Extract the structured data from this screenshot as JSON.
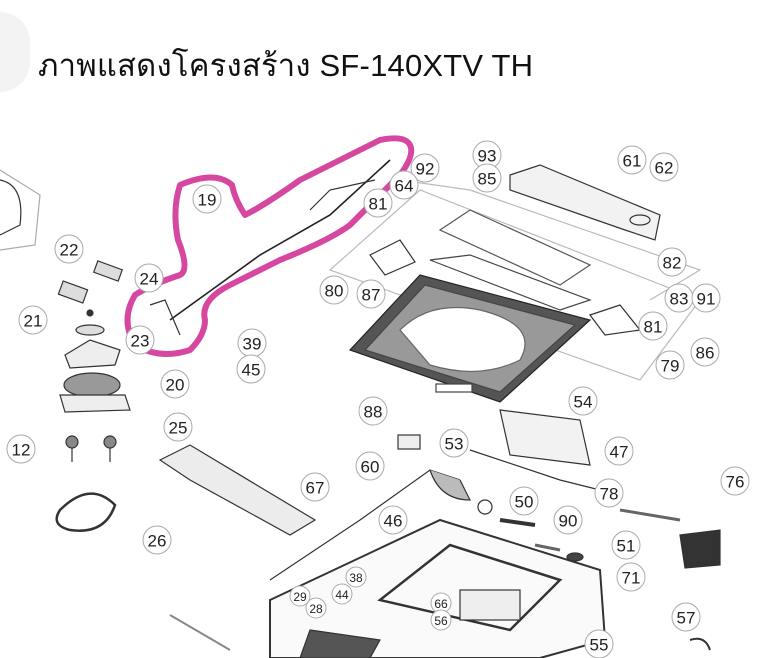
{
  "title": "ภาพแสดงโครงสร้าง SF-140XTV TH",
  "highlight_color": "#d6489f",
  "part_labels": [
    "93",
    "85",
    "61",
    "62",
    "92",
    "64",
    "81",
    "19",
    "22",
    "24",
    "21",
    "23",
    "20",
    "80",
    "87",
    "39",
    "45",
    "82",
    "83",
    "91",
    "81",
    "86",
    "79",
    "88",
    "54",
    "53",
    "47",
    "12",
    "25",
    "60",
    "67",
    "50",
    "78",
    "76",
    "90",
    "46",
    "26",
    "51",
    "71",
    "38",
    "44",
    "29",
    "28",
    "66",
    "56",
    "57",
    "55"
  ]
}
